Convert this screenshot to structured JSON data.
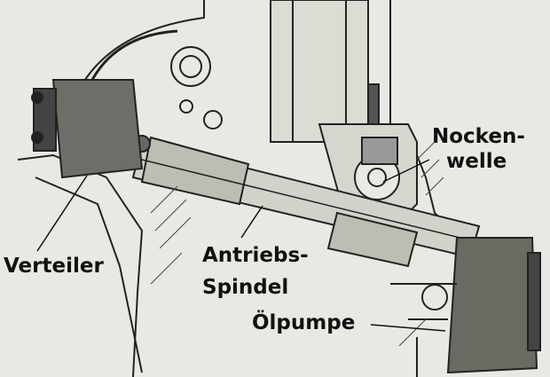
{
  "labels": {
    "nockenwelle_line1": "Nocken-",
    "nockenwelle_line2": "welle",
    "verteiler": "Verteiler",
    "antriebsspindel_line1": "Antriebs-",
    "antriebsspindel_line2": "Spindel",
    "oelpumpe": "Ölpumpe"
  }
}
